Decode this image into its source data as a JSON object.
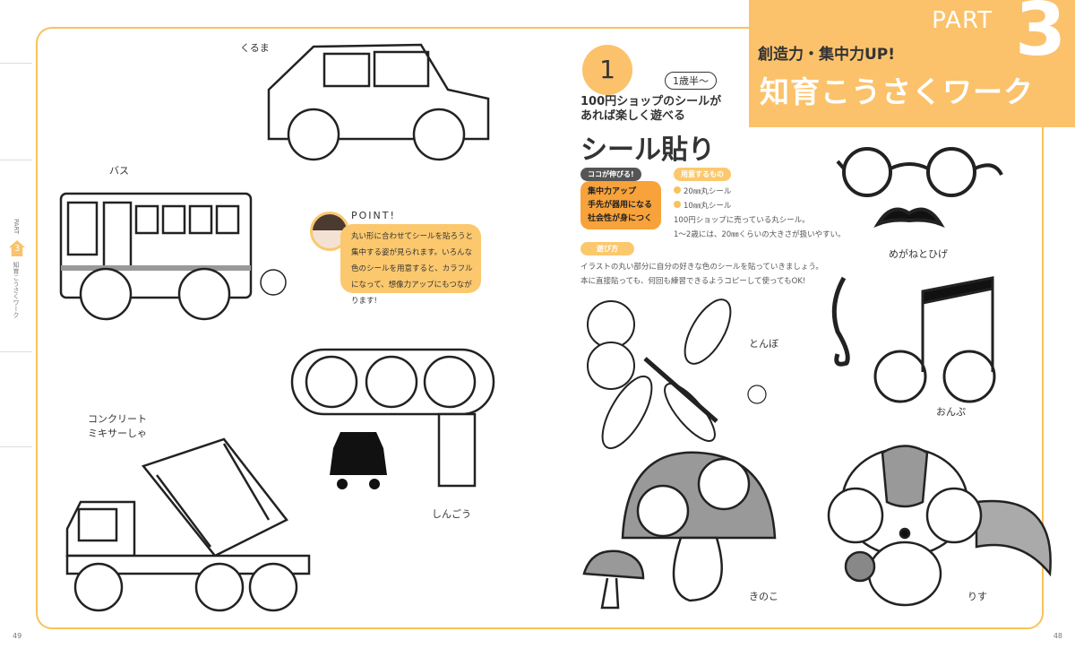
{
  "header": {
    "part_label": "PART",
    "part_number": "3",
    "subtitle": "創造力・集中力UP!",
    "title": "知育こうさくワーク"
  },
  "sidebar": {
    "part_label": "PART",
    "part_number": "3",
    "title": "知育こうさくワーク"
  },
  "activity": {
    "number": "1",
    "age": "1歳半〜",
    "subtitle_line1": "100円ショップのシールが",
    "subtitle_line2": "あれば楽しく遊べる",
    "title": "シール貼り",
    "skills_tag": "ココが伸びる!",
    "skills": [
      "集中力アップ",
      "手先が器用になる",
      "社会性が身につく"
    ],
    "materials_tag": "用意するもの",
    "materials": [
      "20㎜丸シール",
      "10㎜丸シール"
    ],
    "materials_note1": "100円ショップに売っている丸シール。",
    "materials_note2": "1〜2歳には、20㎜くらいの大きさが扱いやすい。",
    "howto_tag": "遊び方",
    "howto1": "イラストの丸い部分に自分の好きな色のシールを貼っていきましょう。",
    "howto2": "本に直接貼っても、何回も練習できるようコピーして使ってもOK!"
  },
  "point": {
    "heading": "POINT!",
    "text": "丸い形に合わせてシールを貼ろうと集中する姿が見られます。いろんな色のシールを用意すると、カラフルになって、想像力アップにもつながります!"
  },
  "labels": {
    "car": "くるま",
    "bus": "バス",
    "mixer1": "コンクリート",
    "mixer2": "ミキサーしゃ",
    "signal": "しんごう",
    "glasses": "めがねとひげ",
    "note": "おんぷ",
    "dragonfly": "とんぼ",
    "mushroom": "きのこ",
    "squirrel": "りす"
  },
  "page_numbers": {
    "left": "49",
    "right": "48"
  },
  "colors": {
    "accent": "#fbc26b",
    "orange": "#f8a23b",
    "frame": "#f7c35b"
  }
}
